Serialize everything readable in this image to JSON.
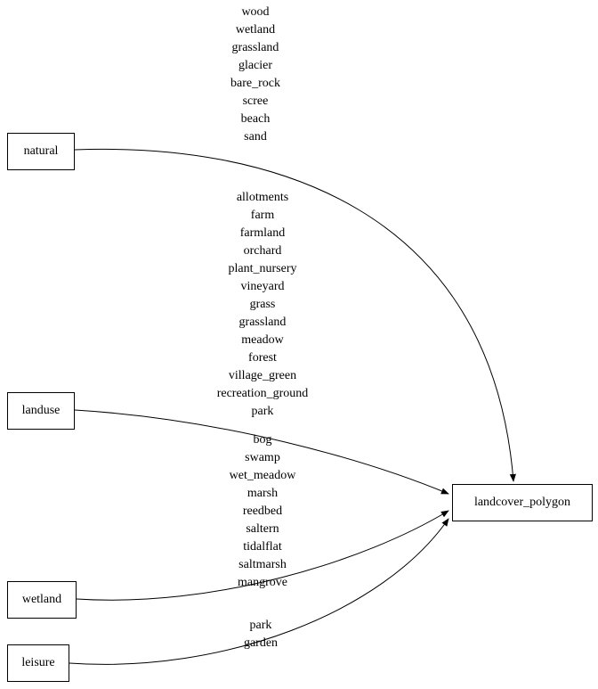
{
  "diagram": {
    "title": "landcover polygon tag mapping",
    "colors": {
      "background": "#ffffff",
      "node_fill": "#ffffff",
      "node_border": "#000000",
      "edge": "#000000",
      "text": "#000000"
    },
    "nodes": {
      "natural": {
        "label": "natural"
      },
      "landuse": {
        "label": "landuse"
      },
      "wetland": {
        "label": "wetland"
      },
      "leisure": {
        "label": "leisure"
      },
      "landcover_polygon": {
        "label": "landcover_polygon"
      }
    },
    "edges": {
      "natural_to_landcover": {
        "from": "natural",
        "to": "landcover_polygon",
        "label": "wood\nwetland\ngrassland\nglacier\nbare_rock\nscree\nbeach\nsand"
      },
      "landuse_to_landcover": {
        "from": "landuse",
        "to": "landcover_polygon",
        "label": "allotments\nfarm\nfarmland\norchard\nplant_nursery\nvineyard\ngrass\ngrassland\nmeadow\nforest\nvillage_green\nrecreation_ground\npark"
      },
      "wetland_to_landcover": {
        "from": "wetland",
        "to": "landcover_polygon",
        "label": "bog\nswamp\nwet_meadow\nmarsh\nreedbed\nsaltern\ntidalflat\nsaltmarsh\nmangrove"
      },
      "leisure_to_landcover": {
        "from": "leisure",
        "to": "landcover_polygon",
        "label": "park\ngarden"
      }
    }
  }
}
